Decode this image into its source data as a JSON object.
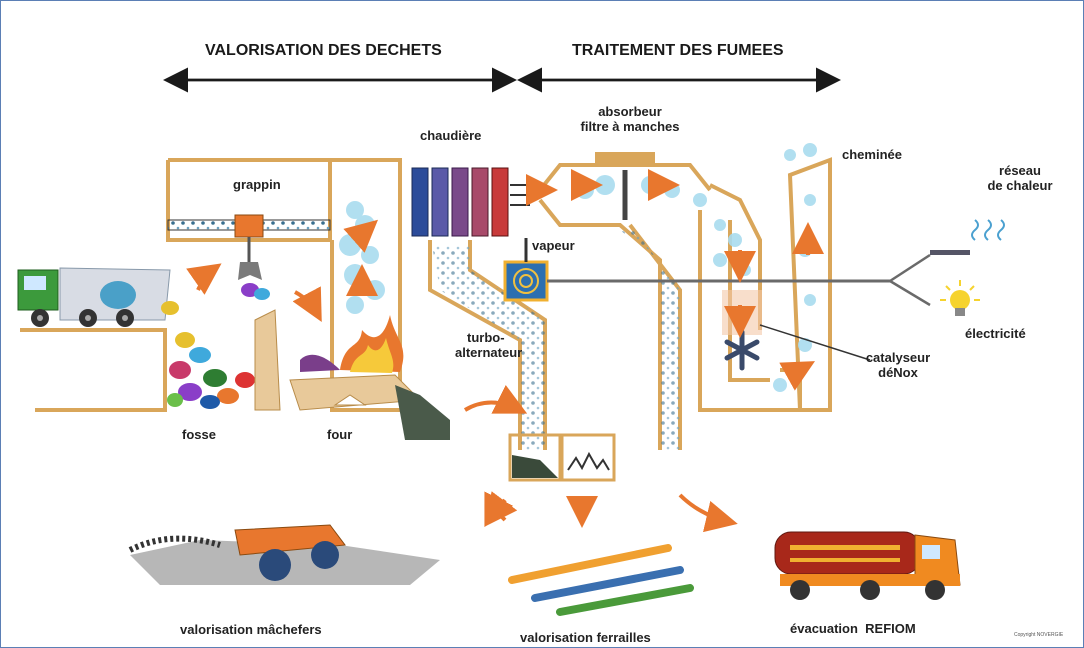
{
  "headers": {
    "left": "VALORISATION DES DECHETS",
    "right": "TRAITEMENT DES FUMEES"
  },
  "labels": {
    "grappin": "grappin",
    "chaudiere": "chaudière",
    "absorbeur_1": "absorbeur",
    "absorbeur_2": "filtre à manches",
    "cheminee": "cheminée",
    "reseau_1": "réseau",
    "reseau_2": "de chaleur",
    "vapeur": "vapeur",
    "turbo_1": "turbo-",
    "turbo_2": "alternateur",
    "electricite": "électricité",
    "catalyseur_1": "catalyseur",
    "catalyseur_2": "déNox",
    "fosse": "fosse",
    "four": "four",
    "machefers": "valorisation mâchefers",
    "ferrailles": "valorisation ferrailles",
    "refiom": "évacuation  REFIOM",
    "copyright": "Copyright NOVERGIE"
  },
  "colors": {
    "frame": "#5b7fb5",
    "structure": "#d9a65a",
    "arrow": "#e8772e",
    "smoke": "#9fd6ee",
    "dark": "#333333"
  }
}
